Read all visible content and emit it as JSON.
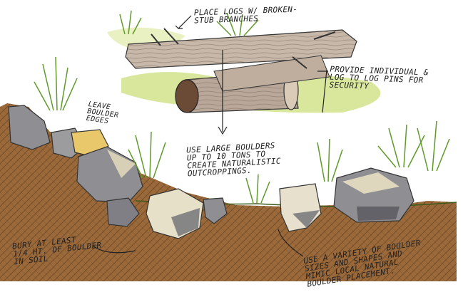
{
  "colors": {
    "soil": "#9c6a3a",
    "soil_hatch": "#5a3a20",
    "grass": "#5f9a2a",
    "grass_light": "#b8d44a",
    "boulder": "#8f8f93",
    "boulder_shadow": "#4f4f55",
    "boulder_highlight": "#e8c86a",
    "log": "#b9a89a",
    "log_end": "#6b4a36",
    "ink": "#222222"
  },
  "annotations": {
    "logs": "PLACE LOGS W/ BROKEN-\nSTUB BRANCHES",
    "pins": "PROVIDE INDIVIDUAL &\nLOG TO LOG PINS FOR\nSECURITY",
    "edges": "LEAVE\nBOULDER\nEDGES",
    "large_boulders": "USE LARGE BOULDERS\nUP TO 10 TONS TO\nCREATE NATURALISTIC\nOUTCROPPINGS.",
    "bury": "BURY AT LEAST\n1/4 HT. OF BOULDER\nIN SOIL",
    "variety": "USE A VARIETY OF BOULDER\nSIZES AND SHAPES AND\nMIMIC LOCAL NATURAL\nBOULDER PLACEMENT."
  }
}
